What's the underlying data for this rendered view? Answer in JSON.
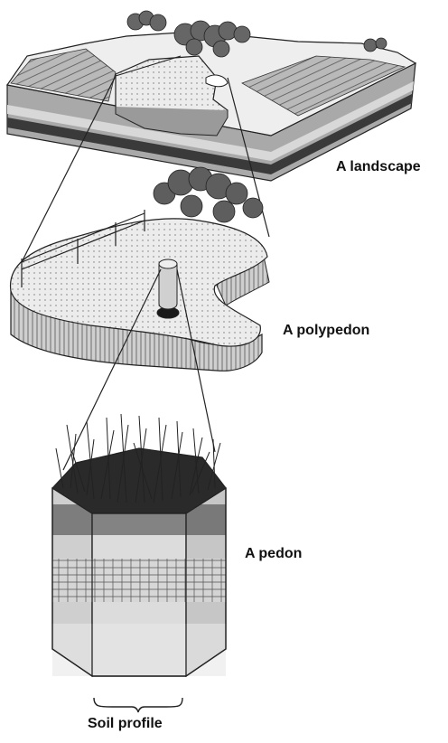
{
  "labels": {
    "landscape": "A landscape",
    "polypedon": "A polypedon",
    "pedon": "A pedon",
    "soil_profile": "Soil profile"
  },
  "colors": {
    "ink": "#111111",
    "soil_light": "#e6e6e6",
    "soil_mid": "#9b9b9b",
    "soil_dark": "#2e2e2e",
    "grass": "#555555"
  }
}
